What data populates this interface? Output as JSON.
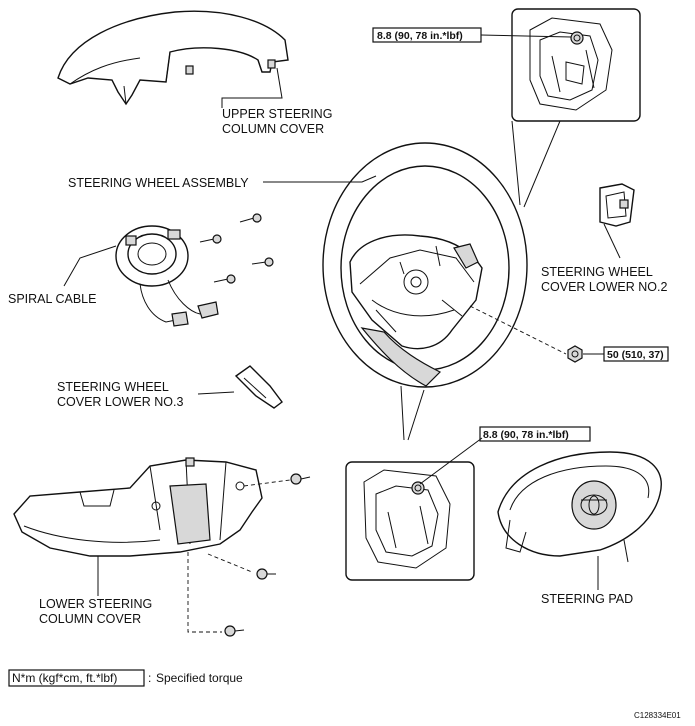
{
  "labels": {
    "upper_cover_1": "UPPER STEERING",
    "upper_cover_2": "COLUMN COVER",
    "wheel_assembly": "STEERING WHEEL ASSEMBLY",
    "spiral_cable": "SPIRAL CABLE",
    "cover_no2_1": "STEERING WHEEL",
    "cover_no2_2": "COVER LOWER NO.2",
    "cover_no3_1": "STEERING WHEEL",
    "cover_no3_2": "COVER LOWER NO.3",
    "lower_cover_1": "LOWER STEERING",
    "lower_cover_2": "COLUMN COVER",
    "steering_pad": "STEERING PAD"
  },
  "torque": {
    "top": "8.8 (90, 78 in.*lbf)",
    "nut": "50 (510, 37)",
    "bottom": "8.8 (90, 78 in.*lbf)"
  },
  "legend": {
    "unit": "N*m (kgf*cm, ft.*lbf)",
    "separator": ":",
    "meaning": "Specified torque"
  },
  "figure_code": "C128334E01"
}
